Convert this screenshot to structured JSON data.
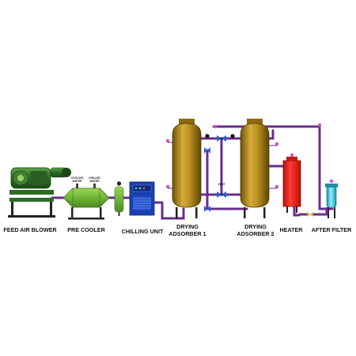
{
  "labels": {
    "feed_air_blower": "FEED AIR BLOWER",
    "pre_cooler": "PRE COOLER",
    "chilling_unit": "CHILLING UNIT",
    "drying_adsorber_1_line1": "DRYING",
    "drying_adsorber_1_line2": "ADSORBER 1",
    "drying_adsorber_2_line1": "DRYING",
    "drying_adsorber_2_line2": "ADSORBER 2",
    "heater": "HEATER",
    "after_filter": "AFTER FILTER"
  },
  "small_labels": {
    "cooling_water_line1": "COOLING",
    "cooling_water_line2": "WATER",
    "chilled_water_line1": "CHILLED",
    "chilled_water_line2": "WATER",
    "vent": "VENT"
  },
  "colors": {
    "pipe": "#6a2c8e",
    "vessel": "#b38b1e",
    "blower": "#2e6b26",
    "cooler": "#7bc043",
    "chiller": "#1a3fb0",
    "heater": "#e8231a",
    "filter": "#38c6d9",
    "valve": "#2e5bd6"
  }
}
